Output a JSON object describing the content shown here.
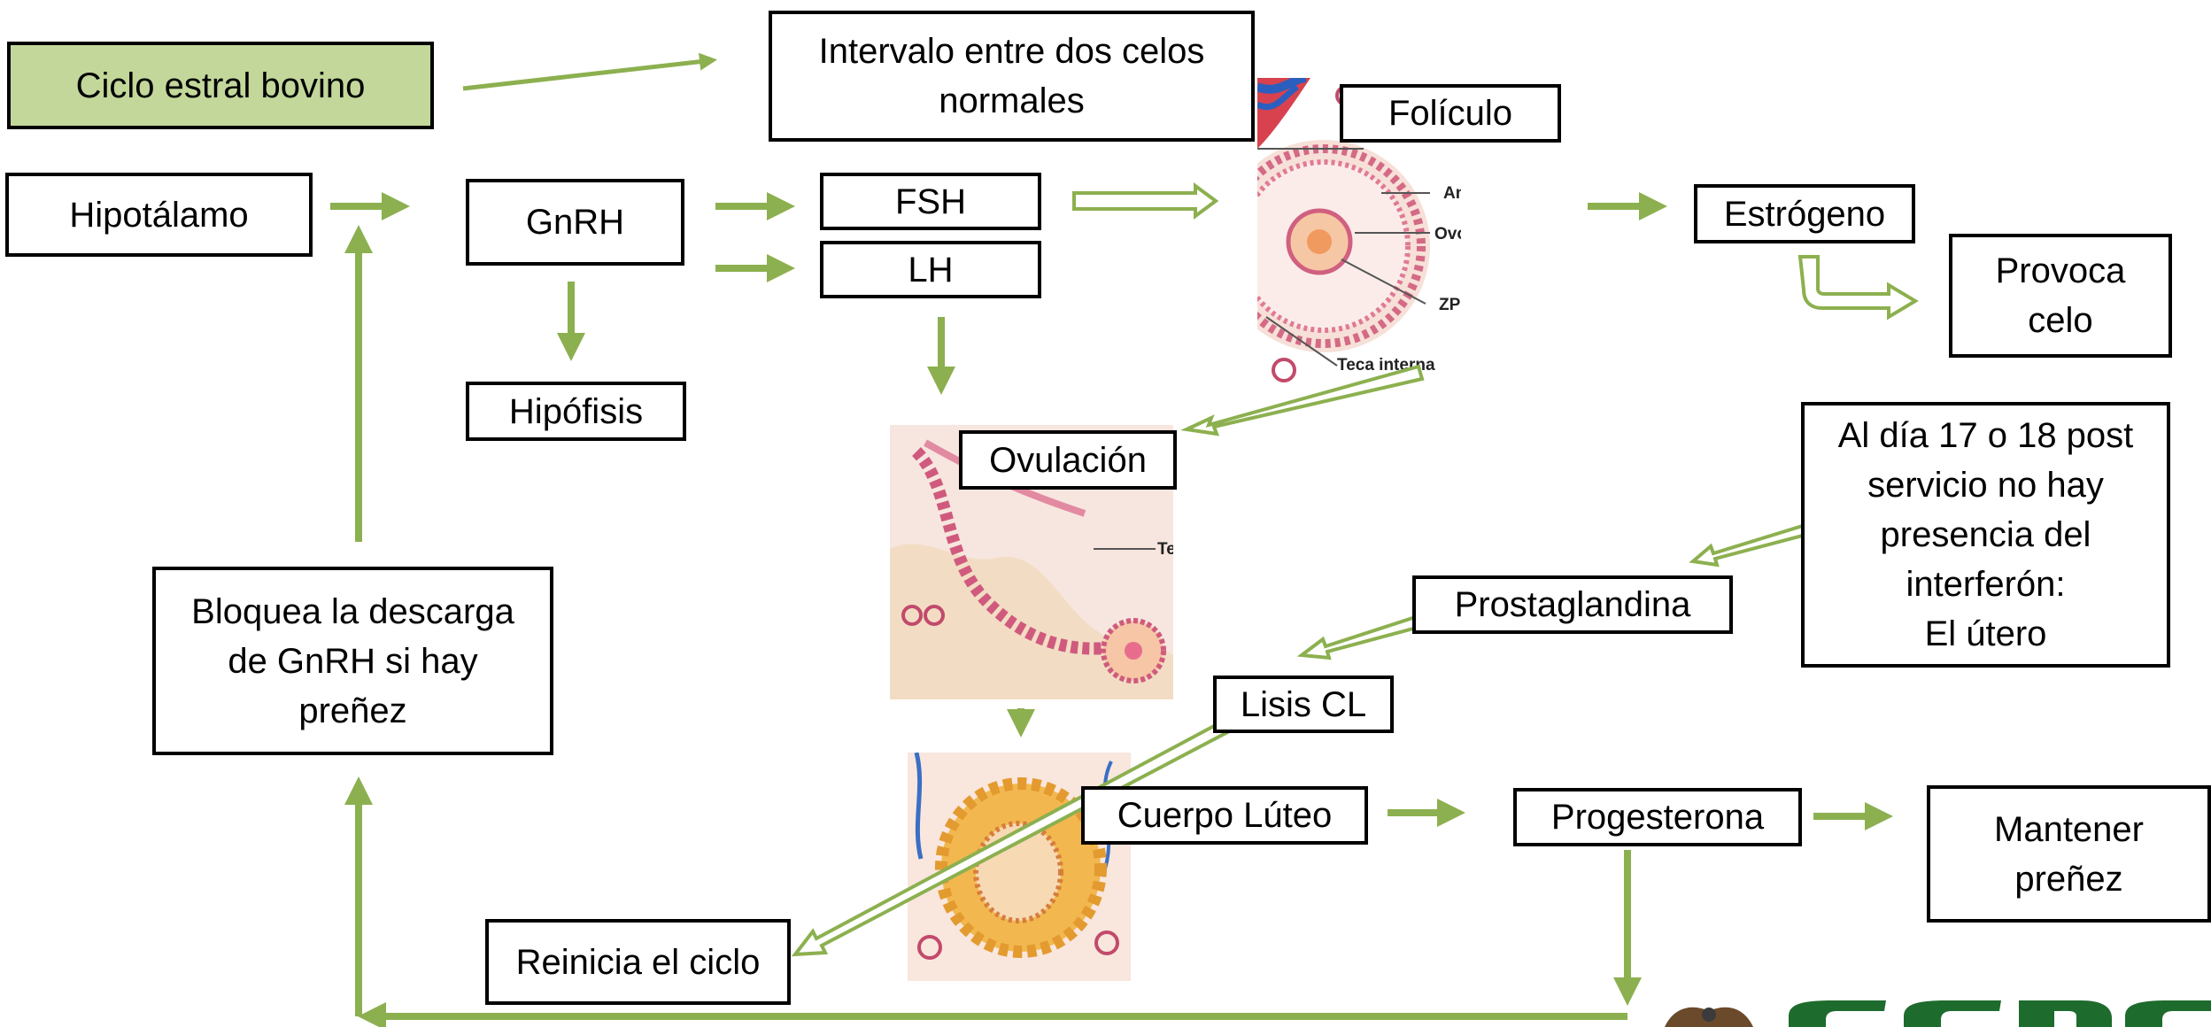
{
  "diagram": {
    "title": "Ciclo estral bovino",
    "definition": "Intervalo entre dos celos\nnormales",
    "nodes": {
      "hipotalamo": "Hipotálamo",
      "gnrh": "GnRH",
      "hipofisis": "Hipófisis",
      "fsh": "FSH",
      "lh": "LH",
      "foliculo": "Folículo",
      "estrogeno": "Estrógeno",
      "provoca_celo": "Provoca\ncelo",
      "ovulacion": "Ovulación",
      "interferon": "Al día 17 o 18 post\nservicio no hay\npresencia del\ninterferón:\nEl útero",
      "prostaglandina": "Prostaglandina",
      "lisis_cl": "Lisis CL",
      "cuerpo_luteo": "Cuerpo Lúteo",
      "progesterona": "Progesterona",
      "mantener_prenez": "Mantener\npreñez",
      "reinicia": "Reinicia el ciclo",
      "bloquea": "Bloquea la descarga\nde GnRH si hay\npreñez"
    },
    "follicle_labels": {
      "antro": "Antro",
      "ovocito": "Ovocito",
      "zp": "ZP",
      "teca": "Teca interna"
    },
    "ovulation_label_fragment": "Te"
  },
  "colors": {
    "arrow": "#8cb04f",
    "title_fill": "#c3d79b",
    "logo": "#1e6b2e"
  }
}
